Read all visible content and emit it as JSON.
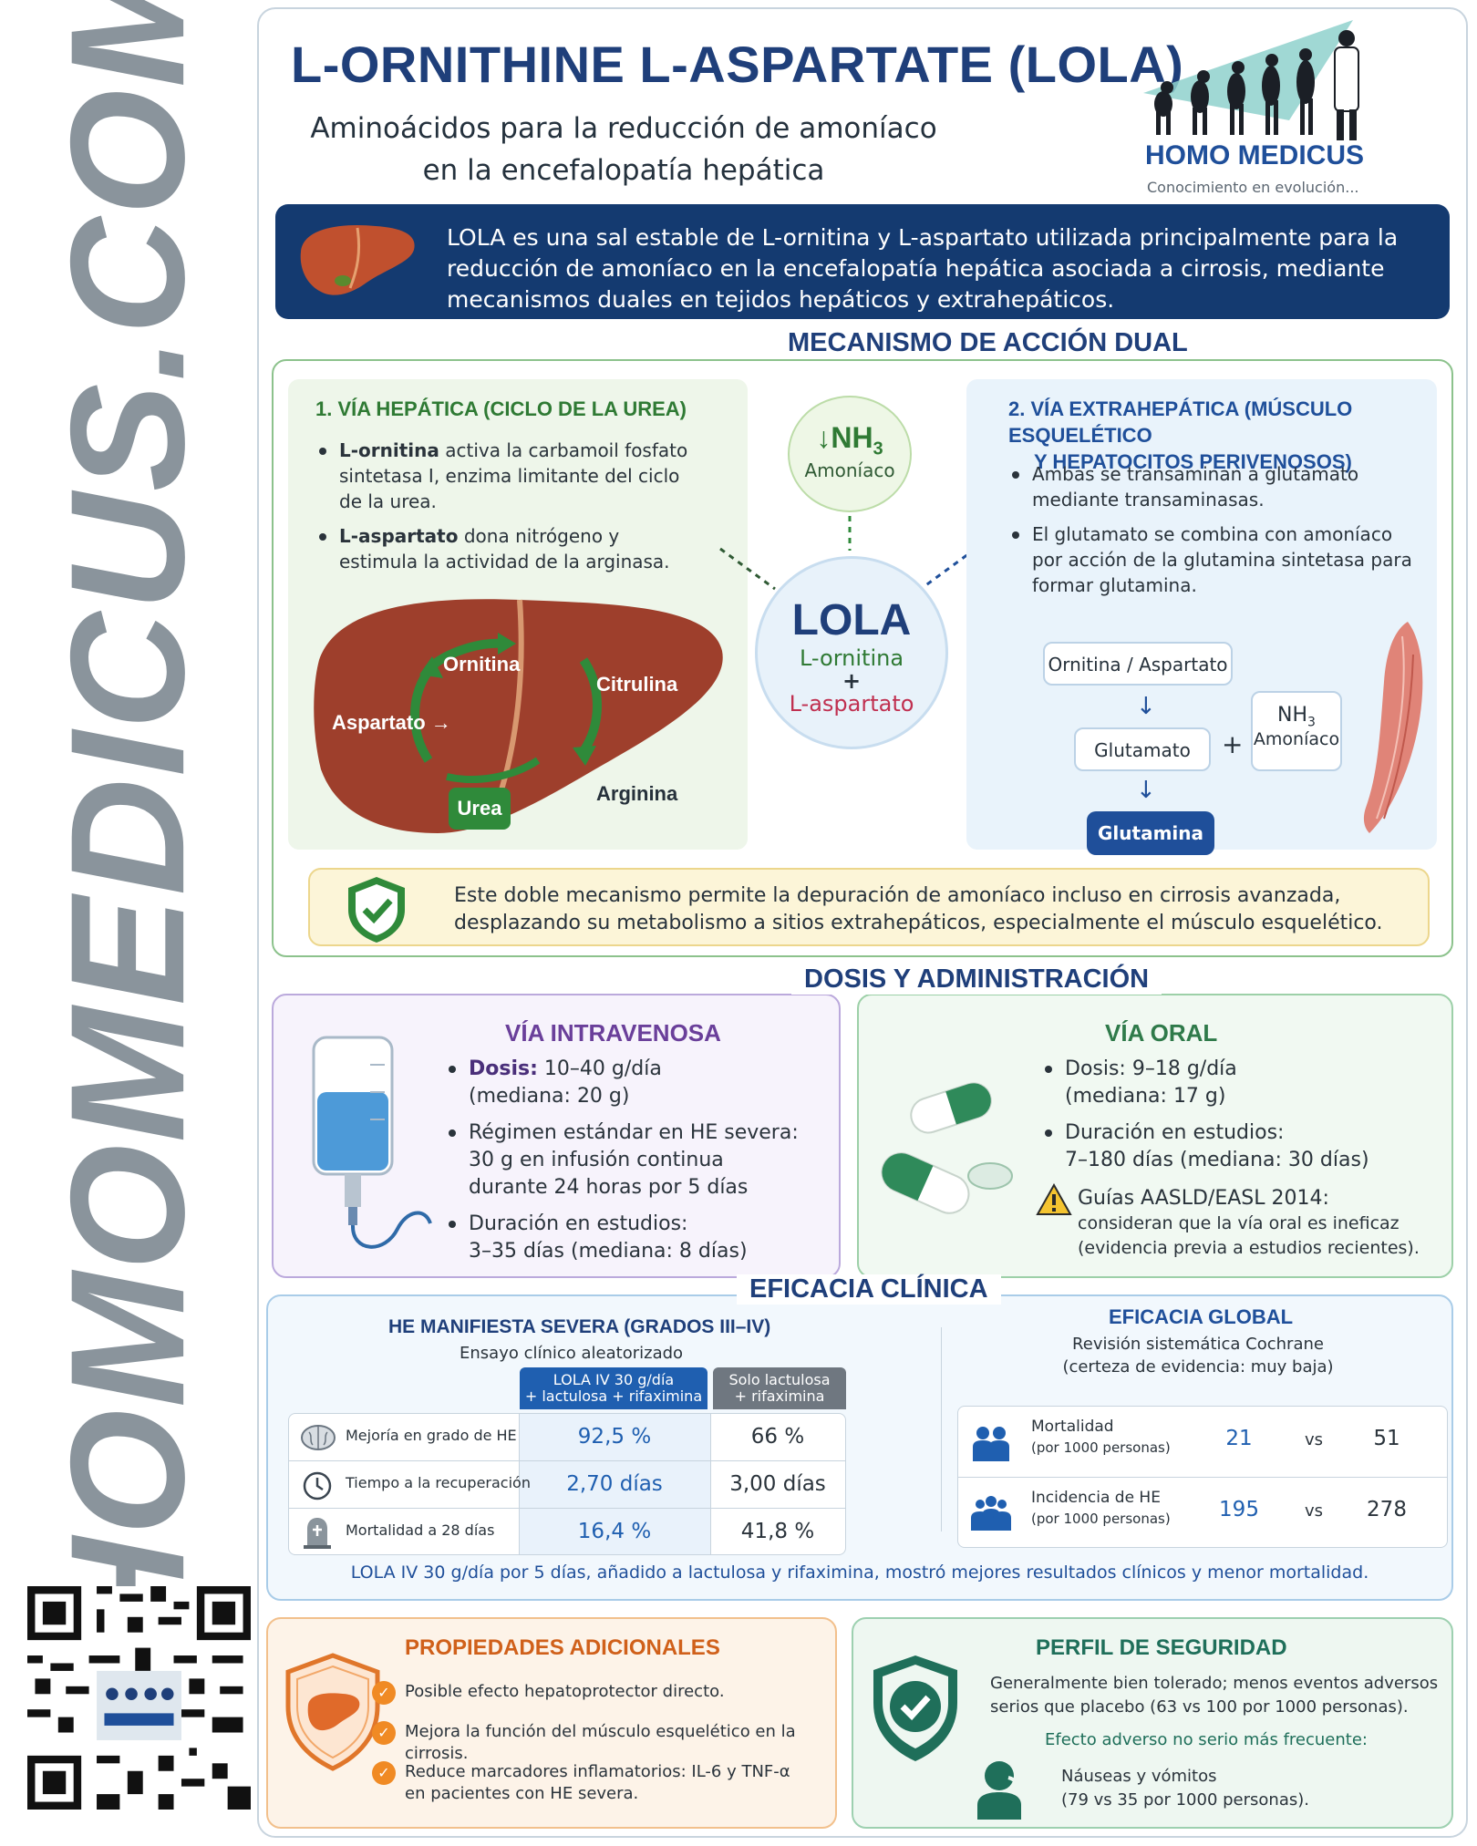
{
  "side_text": "HOMOMEDICUS.COM",
  "header": {
    "title": "L-ORNITHINE L-ASPARTATE (LOLA)",
    "subtitle_1": "Aminoácidos para la reducción de amoníaco",
    "subtitle_2": "en la encefalopatía hepática",
    "logo_name": "HOMO MEDICUS",
    "logo_tag": "Conocimiento en evolución..."
  },
  "intro": {
    "text": "LOLA es una sal estable de L-ornitina y L-aspartato utilizada principalmente para la reducción de amoníaco en la encefalopatía hepática asociada a cirrosis, mediante mecanismos duales en tejidos hepáticos y extrahepáticos."
  },
  "mechanism": {
    "title": "MECANISMO DE ACCIÓN DUAL",
    "hepatic": {
      "heading": "1. VÍA HEPÁTICA (CICLO DE LA UREA)",
      "bullet_1_bold": "L-ornitina",
      "bullet_1_rest": " activa la carbamoil fosfato sintetasa I, enzima limitante del ciclo de la urea.",
      "bullet_2_bold": "L-aspartato",
      "bullet_2_rest": " dona nitrógeno y estimula la actividad de la arginasa.",
      "cycle": {
        "ornitina": "Ornitina",
        "citrulina": "Citrulina",
        "aspartato": "Aspartato →",
        "arginina": "Arginina",
        "urea": "Urea"
      }
    },
    "center": {
      "nh3_arrow": "↓",
      "nh3": "NH",
      "nh3_sub": "3",
      "nh3_label": "Amoníaco",
      "lola": "LOLA",
      "ornitina": "L-ornitina",
      "plus": "+",
      "aspartato": "L-aspartato"
    },
    "extrahepatic": {
      "heading_1": "2. VÍA EXTRAHEPÁTICA (MÚSCULO ESQUELÉTICO",
      "heading_2": "Y HEPATOCITOS PERIVENOSOS)",
      "bullet_1": "Ambas se transaminan a glutamato mediante transaminasas.",
      "bullet_2": "El glutamato se combina con amoníaco por acción de la glutamina sintetasa para formar glutamina.",
      "flow": {
        "orn_asp": "Ornitina / Aspartato",
        "glutamato": "Glutamato",
        "plus": "+",
        "nh3": "NH",
        "nh3_sub": "3",
        "nh3_label": "Amoníaco",
        "glutamina": "Glutamina"
      }
    },
    "note": "Este doble mecanismo permite la depuración de amoníaco incluso en cirrosis avanzada, desplazando su metabolismo a sitios extrahepáticos, especialmente el músculo esquelético."
  },
  "dosing": {
    "title": "DOSIS Y ADMINISTRACIÓN",
    "iv": {
      "heading": "VÍA INTRAVENOSA",
      "b1_bold": "Dosis:",
      "b1_rest": " 10–40 g/día",
      "b1_line2": "(mediana: 20 g)",
      "b2_bold": "Régimen estándar en HE severa:",
      "b2_line2": "30 g en infusión continua",
      "b2_line3": "durante 24 horas por 5 días",
      "b3_bold": "Duración en estudios:",
      "b3_line2": "3–35 días (mediana: 8 días)"
    },
    "oral": {
      "heading": "VÍA ORAL",
      "b1_bold": "Dosis:",
      "b1_rest": " 9–18 g/día",
      "b1_line2": "(mediana: 17 g)",
      "b2_bold": "Duración en estudios:",
      "b2_line2": "7–180 días (mediana: 30 días)",
      "warn_1": "Guías AASLD/EASL 2014:",
      "warn_2": "consideran que la vía oral es ineficaz",
      "warn_3": "(evidencia previa a estudios recientes)."
    }
  },
  "efficacy": {
    "title": "EFICACIA CLÍNICA",
    "left_heading": "HE MANIFIESTA SEVERA (GRADOS III–IV)",
    "left_sub": "Ensayo clínico aleatorizado",
    "col_a_1": "LOLA IV 30 g/día",
    "col_a_2": "+ lactulosa + rifaximina",
    "col_b_1": "Solo lactulosa",
    "col_b_2": "+ rifaximina",
    "rows": [
      {
        "label": "Mejoría en grado de HE",
        "a": "92,5 %",
        "b": "66 %"
      },
      {
        "label": "Tiempo a la recuperación",
        "a": "2,70 días",
        "b": "3,00 días"
      },
      {
        "label": "Mortalidad a 28 días",
        "a": "16,4 %",
        "b": "41,8 %"
      }
    ],
    "right_heading": "EFICACIA GLOBAL",
    "right_sub_1": "Revisión sistemática Cochrane",
    "right_sub_2": "(certeza de evidencia: muy baja)",
    "global_rows": [
      {
        "label": "Mortalidad",
        "sub": "(por 1000 personas)",
        "a": "21",
        "vs": "vs",
        "b": "51"
      },
      {
        "label": "Incidencia de HE",
        "sub": "(por 1000 personas)",
        "a": "195",
        "vs": "vs",
        "b": "278"
      }
    ],
    "footer": "LOLA IV 30 g/día por 5 días, añadido a lactulosa y rifaximina, mostró mejores resultados clínicos y menor mortalidad."
  },
  "properties": {
    "title": "PROPIEDADES ADICIONALES",
    "items": [
      "Posible efecto hepatoprotector directo.",
      "Mejora la función del músculo esquelético en la cirrosis.",
      "Reduce marcadores inflamatorios: IL-6 y TNF-α"
    ],
    "item3_line2": "en pacientes con HE severa."
  },
  "safety": {
    "title": "PERFIL DE SEGURIDAD",
    "line_1": "Generalmente bien tolerado; menos eventos adversos",
    "line_2": "serios que placebo (63 vs 100 por 1000 personas).",
    "ae_heading": "Efecto adverso no serio más frecuente:",
    "ae_1": "Náuseas y vómitos",
    "ae_2": "(79 vs 35 por 1000 personas)."
  },
  "colors": {
    "navy": "#143a70",
    "title_blue": "#1f3f7a",
    "green": "#2f8a3a",
    "purple": "#6a3f9a",
    "orange": "#d0601a",
    "teal": "#1f6f5a"
  }
}
